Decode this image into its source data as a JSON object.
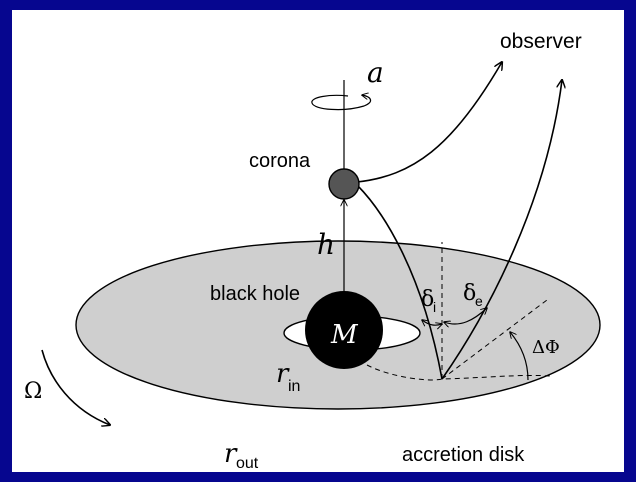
{
  "labels": {
    "observer": "observer",
    "spin": "a",
    "corona": "corona",
    "height": "h",
    "black_hole": "black hole",
    "mass": "M",
    "r_in_main": "r",
    "r_in_sub": "in",
    "r_out_main": "r",
    "r_out_sub": "out",
    "omega": "Ω",
    "accretion_disk": "accretion disk",
    "delta_i_main": "δ",
    "delta_i_sub": "i",
    "delta_e_main": "δ",
    "delta_e_sub": "e",
    "delta_phi": "ΔΦ"
  },
  "colors": {
    "border": "#06068f",
    "disk_fill": "#cfcfcf",
    "black_hole": "#000000",
    "corona": "#555555",
    "inner_hole": "#ffffff"
  }
}
